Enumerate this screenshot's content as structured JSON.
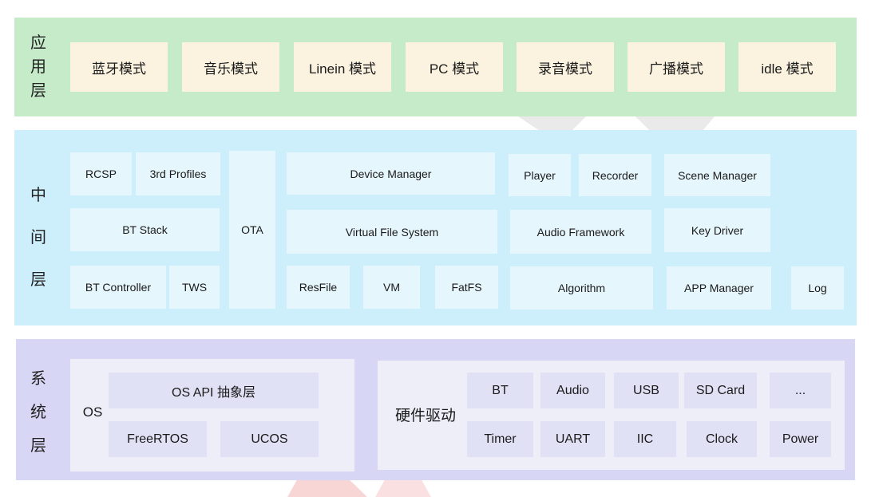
{
  "colors": {
    "app_layer_bg": "#c6ebc9",
    "app_box_bg": "#fbf3e0",
    "mid_layer_bg": "#cdeefb",
    "mid_box_bg": "#e6f6fd",
    "sys_layer_bg": "#d7d7f5",
    "sys_panel_bg": "#eeeef9",
    "sys_box_bg": "#e1e1f6"
  },
  "app_layer": {
    "label": "应用层",
    "modes": [
      "蓝牙模式",
      "音乐模式",
      "Linein 模式",
      "PC 模式",
      "录音模式",
      "广播模式",
      "idle 模式"
    ]
  },
  "middle_layer": {
    "label": "中间层",
    "rcsp": "RCSP",
    "profiles": "3rd Profiles",
    "bt_stack": "BT Stack",
    "bt_controller": "BT Controller",
    "tws": "TWS",
    "ota": "OTA",
    "device_manager": "Device Manager",
    "vfs": "Virtual File System",
    "resfile": "ResFile",
    "vm": "VM",
    "fatfs": "FatFS",
    "player": "Player",
    "recorder": "Recorder",
    "audio_framework": "Audio Framework",
    "algorithm": "Algorithm",
    "scene_manager": "Scene Manager",
    "key_driver": "Key Driver",
    "app_manager": "APP Manager",
    "log": "Log"
  },
  "system_layer": {
    "label": "系统层",
    "os": {
      "label": "OS",
      "api": "OS API 抽象层",
      "freertos": "FreeRTOS",
      "ucos": "UCOS"
    },
    "hw": {
      "label": "硬件驱动",
      "row1": [
        "BT",
        "Audio",
        "USB",
        "SD Card",
        "..."
      ],
      "row2": [
        "Timer",
        "UART",
        "IIC",
        "Clock",
        "Power"
      ]
    }
  }
}
